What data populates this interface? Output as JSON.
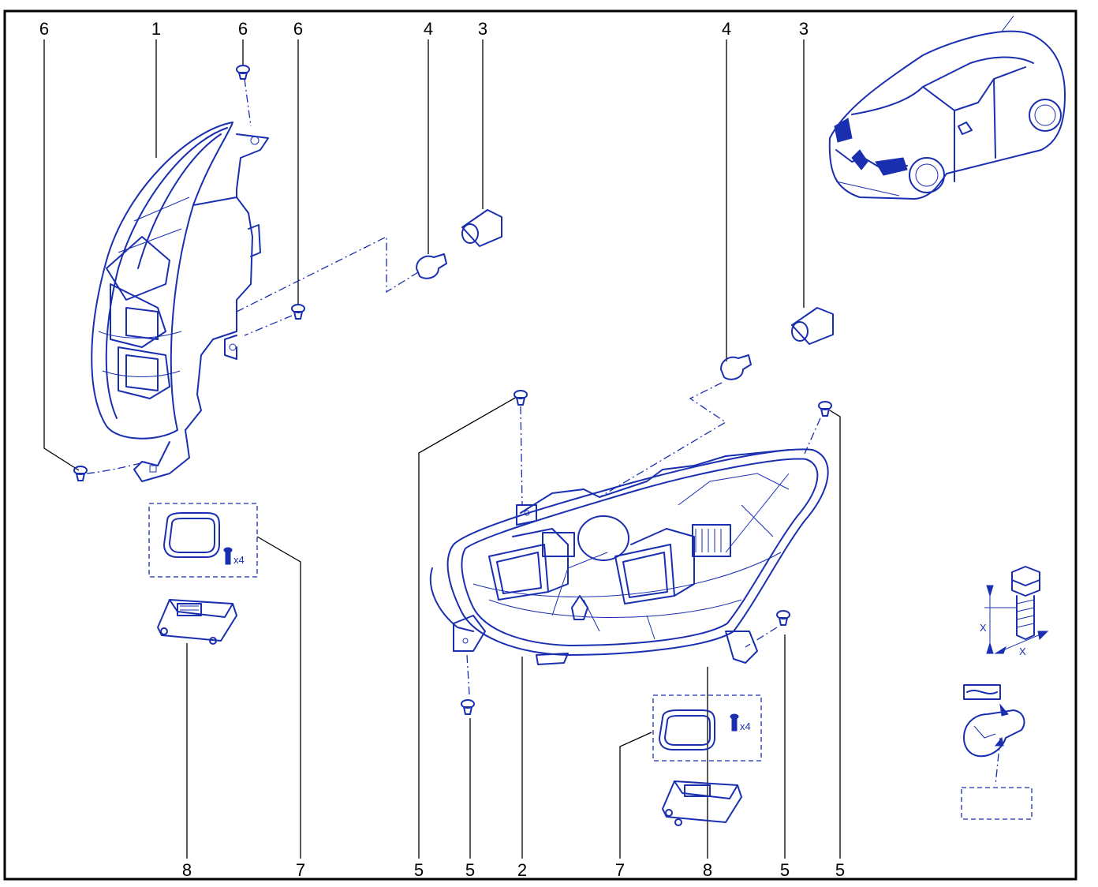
{
  "diagram": {
    "callouts": [
      {
        "id": "c6a",
        "text": "6"
      },
      {
        "id": "c1",
        "text": "1"
      },
      {
        "id": "c6b",
        "text": "6"
      },
      {
        "id": "c6c",
        "text": "6"
      },
      {
        "id": "c4a",
        "text": "4"
      },
      {
        "id": "c3a",
        "text": "3"
      },
      {
        "id": "c4b",
        "text": "4"
      },
      {
        "id": "c3b",
        "text": "3"
      },
      {
        "id": "c8a",
        "text": "8"
      },
      {
        "id": "c7a",
        "text": "7"
      },
      {
        "id": "c5a",
        "text": "5"
      },
      {
        "id": "c5b",
        "text": "5"
      },
      {
        "id": "c2",
        "text": "2"
      },
      {
        "id": "c7b",
        "text": "7"
      },
      {
        "id": "c8b",
        "text": "8"
      },
      {
        "id": "c5c",
        "text": "5"
      },
      {
        "id": "c5d",
        "text": "5"
      }
    ],
    "qty_left": "x4",
    "qty_right": "x4",
    "dim_label_1": "X",
    "dim_label_2": "X",
    "colors": {
      "line": "#1a2fb0",
      "border": "#000000",
      "text": "#000000"
    }
  }
}
